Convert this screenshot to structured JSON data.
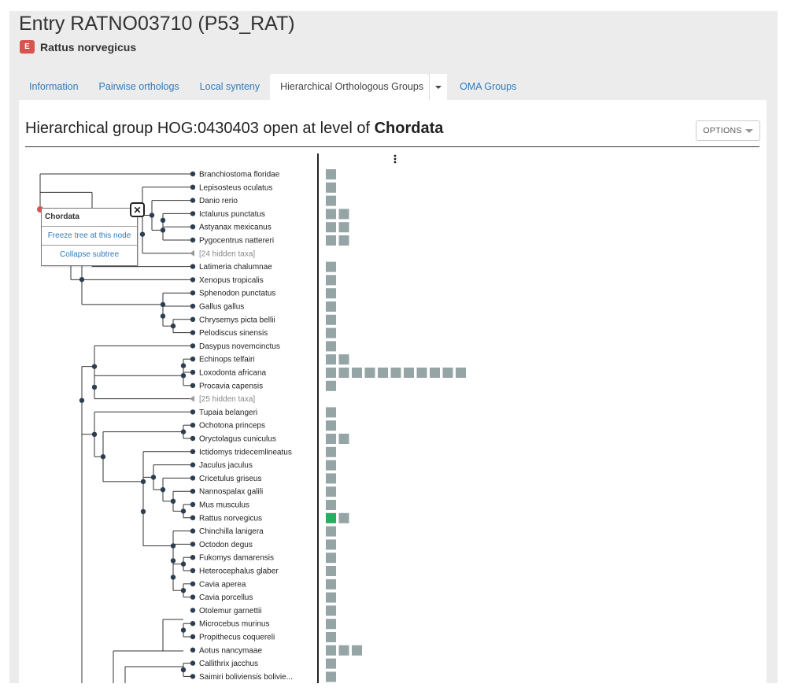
{
  "entry": {
    "title": "Entry RATNO03710 (P53_RAT)",
    "badge": "E",
    "species": "Rattus norvegicus"
  },
  "tabs": [
    {
      "label": "Information",
      "active": false
    },
    {
      "label": "Pairwise orthologs",
      "active": false
    },
    {
      "label": "Local synteny",
      "active": false
    },
    {
      "label": "Hierarchical Orthologous Groups",
      "active": true
    },
    {
      "label": "OMA Groups",
      "active": false
    }
  ],
  "hog": {
    "prefix": "Hierarchical group HOG:0430403 open at level of ",
    "level": "Chordata",
    "options_label": "OPTIONS"
  },
  "popup": {
    "title": "Chordata",
    "freeze": "Freeze tree at this node",
    "collapse": "Collapse subtree"
  },
  "icons": {
    "close": "close-icon",
    "menu": "vertical-dots-icon",
    "caret": "caret-down-icon"
  },
  "colors": {
    "gene": "#95a5a6",
    "query_gene": "#27ae60",
    "link": "#337ab7",
    "badge": "#d9534f"
  },
  "taxa": [
    {
      "name": "Branchiostoma floridae",
      "genes": 1
    },
    {
      "name": "Lepisosteus oculatus",
      "genes": 1
    },
    {
      "name": "Danio rerio",
      "genes": 1
    },
    {
      "name": "Ictalurus punctatus",
      "genes": 2
    },
    {
      "name": "Astyanax mexicanus",
      "genes": 2
    },
    {
      "name": "Pygocentrus nattereri",
      "genes": 2
    },
    {
      "name": "[24 hidden taxa]",
      "genes": 0,
      "hidden": true
    },
    {
      "name": "Latimeria chalumnae",
      "genes": 1
    },
    {
      "name": "Xenopus tropicalis",
      "genes": 1
    },
    {
      "name": "Sphenodon punctatus",
      "genes": 1
    },
    {
      "name": "Gallus gallus",
      "genes": 1
    },
    {
      "name": "Chrysemys picta bellii",
      "genes": 1
    },
    {
      "name": "Pelodiscus sinensis",
      "genes": 1
    },
    {
      "name": "Dasypus novemcinctus",
      "genes": 1
    },
    {
      "name": "Echinops telfairi",
      "genes": 2
    },
    {
      "name": "Loxodonta africana",
      "genes": 11
    },
    {
      "name": "Procavia capensis",
      "genes": 1
    },
    {
      "name": "[25 hidden taxa]",
      "genes": 0,
      "hidden": true
    },
    {
      "name": "Tupaia belangeri",
      "genes": 1
    },
    {
      "name": "Ochotona princeps",
      "genes": 1
    },
    {
      "name": "Oryctolagus cuniculus",
      "genes": 2
    },
    {
      "name": "Ictidomys tridecemlineatus",
      "genes": 1
    },
    {
      "name": "Jaculus jaculus",
      "genes": 1
    },
    {
      "name": "Cricetulus griseus",
      "genes": 1
    },
    {
      "name": "Nannospalax galili",
      "genes": 1
    },
    {
      "name": "Mus musculus",
      "genes": 1
    },
    {
      "name": "Rattus norvegicus",
      "genes": 2,
      "query": true
    },
    {
      "name": "Chinchilla lanigera",
      "genes": 1
    },
    {
      "name": "Octodon degus",
      "genes": 1
    },
    {
      "name": "Fukomys damarensis",
      "genes": 1
    },
    {
      "name": "Heterocephalus glaber",
      "genes": 1
    },
    {
      "name": "Cavia aperea",
      "genes": 1
    },
    {
      "name": "Cavia porcellus",
      "genes": 1
    },
    {
      "name": "Otolemur garnettii",
      "genes": 1
    },
    {
      "name": "Microcebus murinus",
      "genes": 1
    },
    {
      "name": "Propithecus coquereli",
      "genes": 1
    },
    {
      "name": "Aotus nancymaae",
      "genes": 3
    },
    {
      "name": "Callithrix jacchus",
      "genes": 1
    },
    {
      "name": "Saimiri boliviensis bolivie...",
      "genes": 1
    }
  ]
}
